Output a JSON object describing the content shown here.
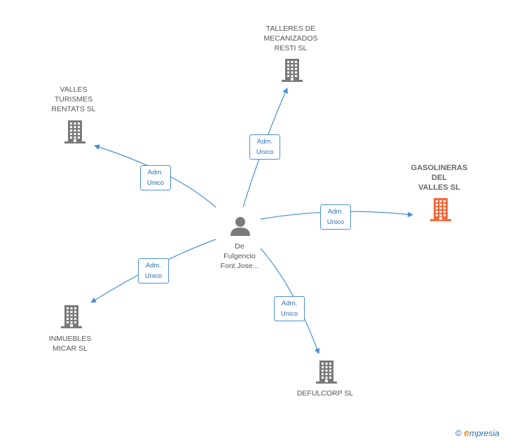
{
  "center": {
    "name_lines": [
      "De",
      "Fulgencio",
      "Font Jose..."
    ],
    "icon": "person-icon"
  },
  "companies": [
    {
      "id": "talleres",
      "lines": [
        "TALLERES DE",
        "MECANIZADOS",
        "RESTI  SL"
      ],
      "icon": "building-icon",
      "highlight": false
    },
    {
      "id": "valles",
      "lines": [
        "VALLES",
        "TURISMES",
        "RENTATS SL"
      ],
      "icon": "building-icon",
      "highlight": false
    },
    {
      "id": "gasolineras",
      "lines": [
        "GASOLINERAS",
        "DEL",
        "VALLES SL"
      ],
      "icon": "building-icon",
      "highlight": true
    },
    {
      "id": "inmuebles",
      "lines": [
        "INMUEBLES",
        "MICAR SL"
      ],
      "icon": "building-icon",
      "highlight": false
    },
    {
      "id": "defulcorp",
      "lines": [
        "DEFULCORP SL"
      ],
      "icon": "building-icon",
      "highlight": false
    }
  ],
  "edges": [
    {
      "to": "talleres",
      "lines": [
        "Adm.",
        "Unico"
      ]
    },
    {
      "to": "valles",
      "lines": [
        "Adm.",
        "Unico"
      ]
    },
    {
      "to": "gasolineras",
      "lines": [
        "Adm.",
        "Unico"
      ]
    },
    {
      "to": "inmuebles",
      "lines": [
        "Adm.",
        "Unico"
      ]
    },
    {
      "to": "defulcorp",
      "lines": [
        "Adm.",
        "Unico"
      ]
    }
  ],
  "colors": {
    "edge": "#4a90d9",
    "building": "#7a7a7a",
    "building_highlight": "#f26a3d",
    "person": "#7a7a7a"
  },
  "brand": {
    "copyright": "©",
    "e": "e",
    "rest": "mpresia"
  }
}
